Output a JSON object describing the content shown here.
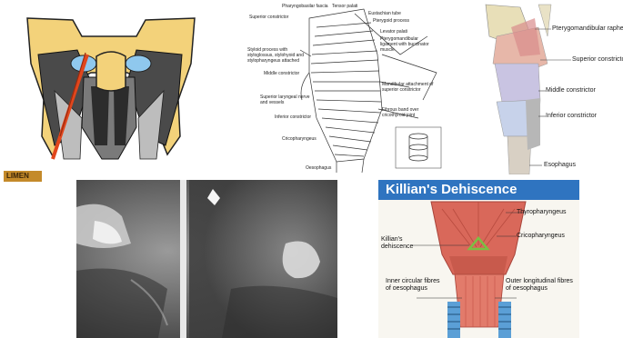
{
  "panel_a": {
    "logo": "LIMEN"
  },
  "panel_b": {
    "labels": {
      "pharyngobasilar_fascia": "Pharyngobasilar fascia",
      "tensor_palati": "Tensor palati",
      "eustachian_tube": "Eustachian tube",
      "pterygoid_process": "Pterygoid process",
      "superior_constrictor": "Superior constrictor",
      "levator_palati": "Levator palati",
      "pterygomandibular_ligament": "Pterygomandibular ligament with buccinator muscle",
      "styloid_process": "Styloid process with styloglossus, stylohyoid and stylopharyngeus attached",
      "middle_constrictor": "Middle constrictor",
      "mandibular_attachment": "Mandibular attachment of superior constrictor",
      "superior_laryngeal": "Superior laryngeal nerve and vessels",
      "inferior_constrictor": "Inferior constrictor",
      "fibrous_band": "Fibrous band over cricothyroid joint",
      "cricopharyngeus": "Cricopharyngeus",
      "oesophagus": "Oesophagus"
    }
  },
  "panel_c": {
    "labels": {
      "pterygomandibular_raphe": "Pterygomandibular raphe",
      "superior_constrictor": "Superior constrictor",
      "middle_constrictor": "Middle constrictor",
      "inferior_constrictor": "Inferior constrictor",
      "esophagus": "Esophagus"
    }
  },
  "panel_e": {
    "title": "Killian's Dehiscence",
    "labels": {
      "thyropharyngeus": "Thyropharyngeus",
      "killians_dehiscence": "Killian's dehiscence",
      "cricopharyngeus": "Cricopharyngeus",
      "inner_circular": "Inner circular fibres of oesophagus",
      "outer_longitudinal": "Outer longitudinal fibres of oesophagus"
    },
    "colors": {
      "title_bg": "#2f74c0",
      "muscle": "#d9685a",
      "triangle": "#7ac043"
    }
  }
}
